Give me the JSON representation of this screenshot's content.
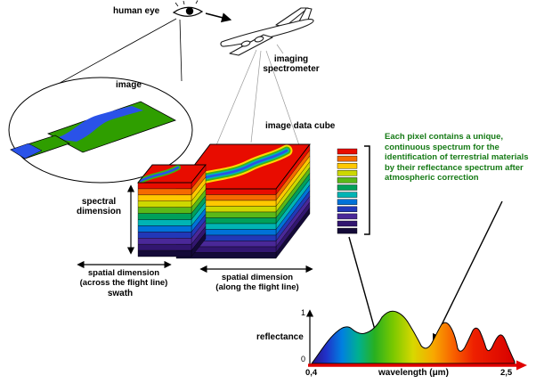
{
  "diagram_title": "imaging spectrometry concept",
  "labels": {
    "human_eye": "human eye",
    "imaging_spectrometer_line1": "imaging",
    "imaging_spectrometer_line2": "spectrometer",
    "image": "image",
    "image_data_cube": "image data cube",
    "spectral_dimension_line1": "spectral",
    "spectral_dimension_line2": "dimension",
    "spatial_across_line1": "spatial dimension",
    "spatial_across_line2": "(across the flight line)",
    "swath": "swath",
    "spatial_along_line1": "spatial dimension",
    "spatial_along_line2": "(along the flight line)",
    "pixel_note": "Each pixel contains a unique, continuous spectrum for the identification of terrestrial materials by their reflectance spectrum after atmospheric correction"
  },
  "chart_data": {
    "type": "area",
    "title": "pixel reflectance spectrum",
    "xlabel": "wavelength (μm)",
    "ylabel": "reflectance",
    "x_tick_labels": [
      "0,4",
      "2,5"
    ],
    "y_tick_labels": [
      "0",
      "1"
    ],
    "xlim_um": [
      0.4,
      2.5
    ],
    "ylim": [
      0,
      1
    ],
    "x_um": [
      0.4,
      0.6,
      0.81,
      0.95,
      1.2,
      1.4,
      1.53,
      1.74,
      1.91,
      2.07,
      2.2,
      2.33,
      2.5
    ],
    "reflectance": [
      0.02,
      0.45,
      0.67,
      0.58,
      0.98,
      0.75,
      0.33,
      0.74,
      0.28,
      0.62,
      0.28,
      0.52,
      0.04
    ],
    "fill": "rainbow gradient from blue-violet (0.4 um) to red (2.5 um)",
    "grid": false,
    "legend": false
  },
  "colors": {
    "spectral_layers": [
      "#e80c00",
      "#f56a00",
      "#ffc800",
      "#cdd800",
      "#5ab818",
      "#00a05a",
      "#00b4b4",
      "#0072d8",
      "#2238b8",
      "#4a2898",
      "#321670",
      "#140a38"
    ],
    "image_green": "#2f9e00",
    "river_blue": "#2a52e8",
    "cube_top_red": "#e80c00",
    "axis_red": "#e00000",
    "note_green": "#157a15"
  }
}
